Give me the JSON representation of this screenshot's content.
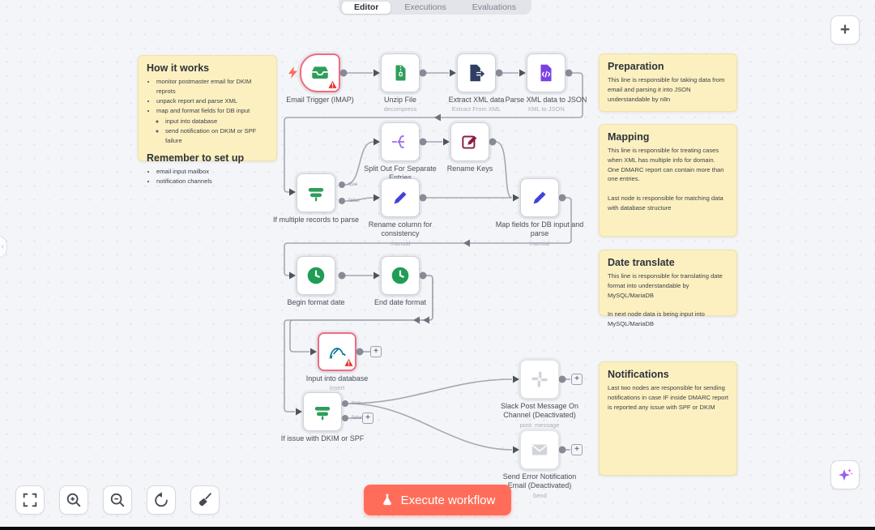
{
  "colors": {
    "accent": "#ff6d5a",
    "sticky_bg": "#fcf0c0",
    "node_green": "#2e9e5b",
    "node_purple": "#8f5ff0",
    "node_navy": "#2f3e63",
    "node_maroon": "#8c1d3f",
    "node_blue": "#4343d9",
    "node_teal": "#00758f",
    "error_border": "#f16b80",
    "deactivated_gray": "#b6bcc6"
  },
  "tabs": {
    "items": [
      "Editor",
      "Executions",
      "Evaluations"
    ],
    "active": "Editor"
  },
  "notes": {
    "how": {
      "title": "How it works",
      "bullets": [
        {
          "text": "monitor postmaster email for DKIM reprots",
          "level": 1
        },
        {
          "text": "unpack report and parse XML",
          "level": 1
        },
        {
          "text": "map and format fields for DB input",
          "level": 1
        },
        {
          "text": "input into database",
          "level": 2
        },
        {
          "text": "send notification on DKIM or SPF failure",
          "level": 2
        }
      ],
      "title2": "Remember to set up",
      "bullets2": [
        {
          "text": "email input mailbox",
          "level": 1
        },
        {
          "text": "notification channels",
          "level": 1
        }
      ]
    },
    "prep": {
      "title": "Preparation",
      "body": "This line is responsible for taking data from email and parsing it into JSON understandable by n8n"
    },
    "mapping": {
      "title": "Mapping",
      "body": "This line is responsible for treating cases when XML has multiple info for domain. One DMARC report can contain more than one entries.\n\nLast node is responsible for matching data with database structure"
    },
    "date": {
      "title": "Date translate",
      "body": "This line is responsible for translating date format into understandable by MySQL/MariaDB\n\nIn next node data is being input into MySQL/MariaDB"
    },
    "notif": {
      "title": "Notifications",
      "body": "Last two nodes are responsible for sending notifications in case IF inside DMARC report is reported any issue with SPF or DKIM"
    }
  },
  "nodes": [
    {
      "name": "Email Trigger (IMAP)",
      "subtitle": ""
    },
    {
      "name": "Unzip File",
      "subtitle": "decompress"
    },
    {
      "name": "Extract XML data",
      "subtitle": "Extract From XML"
    },
    {
      "name": "Parse XML data to JSON",
      "subtitle": "XML to JSON"
    },
    {
      "name": "If multiple records to parse",
      "subtitle": ""
    },
    {
      "name": "Split Out For Separate Entries",
      "subtitle": ""
    },
    {
      "name": "Rename Keys",
      "subtitle": ""
    },
    {
      "name": "Rename column for consistency",
      "subtitle": "manual"
    },
    {
      "name": "Map fields for DB input and parse",
      "subtitle": "manual"
    },
    {
      "name": "Begin format date",
      "subtitle": ""
    },
    {
      "name": "End date format",
      "subtitle": ""
    },
    {
      "name": "Input into database",
      "subtitle": "insert"
    },
    {
      "name": "If issue with DKIM or SPF",
      "subtitle": ""
    },
    {
      "name": "Slack Post Message On Channel (Deactivated)",
      "subtitle": "post: message"
    },
    {
      "name": "Send Error Notification Email (Deactivated)",
      "subtitle": "Send"
    }
  ],
  "ports": {
    "true": "true",
    "false": "false"
  },
  "ui": {
    "plus": "+",
    "execute_label": "Execute workflow",
    "add_node": "+",
    "collapse": "‹"
  }
}
